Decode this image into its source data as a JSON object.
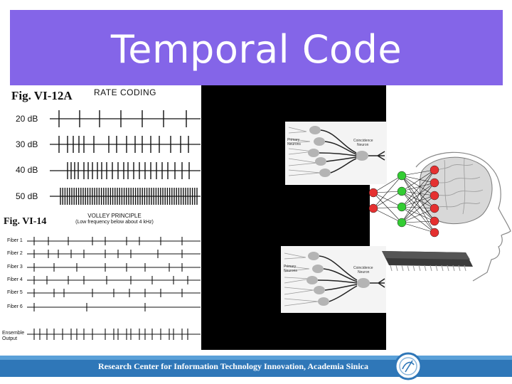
{
  "slide": {
    "title": "Temporal Code",
    "footer": "Research Center for Information Technology Innovation, Academia Sinica"
  },
  "rate_figure": {
    "fig_label": "Fig. VI-12A",
    "heading": "RATE CODING",
    "rows": [
      {
        "label": "20 dB"
      },
      {
        "label": "30 dB"
      },
      {
        "label": "40 dB"
      },
      {
        "label": "50 dB"
      }
    ]
  },
  "volley_figure": {
    "fig_label": "Fig. VI-14",
    "heading": "VOLLEY PRINCIPLE",
    "subheading": "(Low frequency below about 4 kHz)",
    "rows": [
      {
        "label": "Fiber 1"
      },
      {
        "label": "Fiber 2"
      },
      {
        "label": "Fiber 3"
      },
      {
        "label": "Fiber 4"
      },
      {
        "label": "Fiber 5"
      },
      {
        "label": "Fiber 6"
      }
    ],
    "ensemble_label_line1": "Ensemble",
    "ensemble_label_line2": "Output"
  },
  "neuron_diagram": {
    "primary_label_line1": "Primary",
    "primary_label_line2": "Neurons",
    "coincidence_label_line1": "Coincidence",
    "coincidence_label_line2": "Neuron"
  },
  "colors": {
    "title_bar": "#8465e8",
    "footer": "#2f77b8",
    "input_node": "#e53030",
    "hidden_node": "#33cc33",
    "output_node": "#e53030"
  }
}
